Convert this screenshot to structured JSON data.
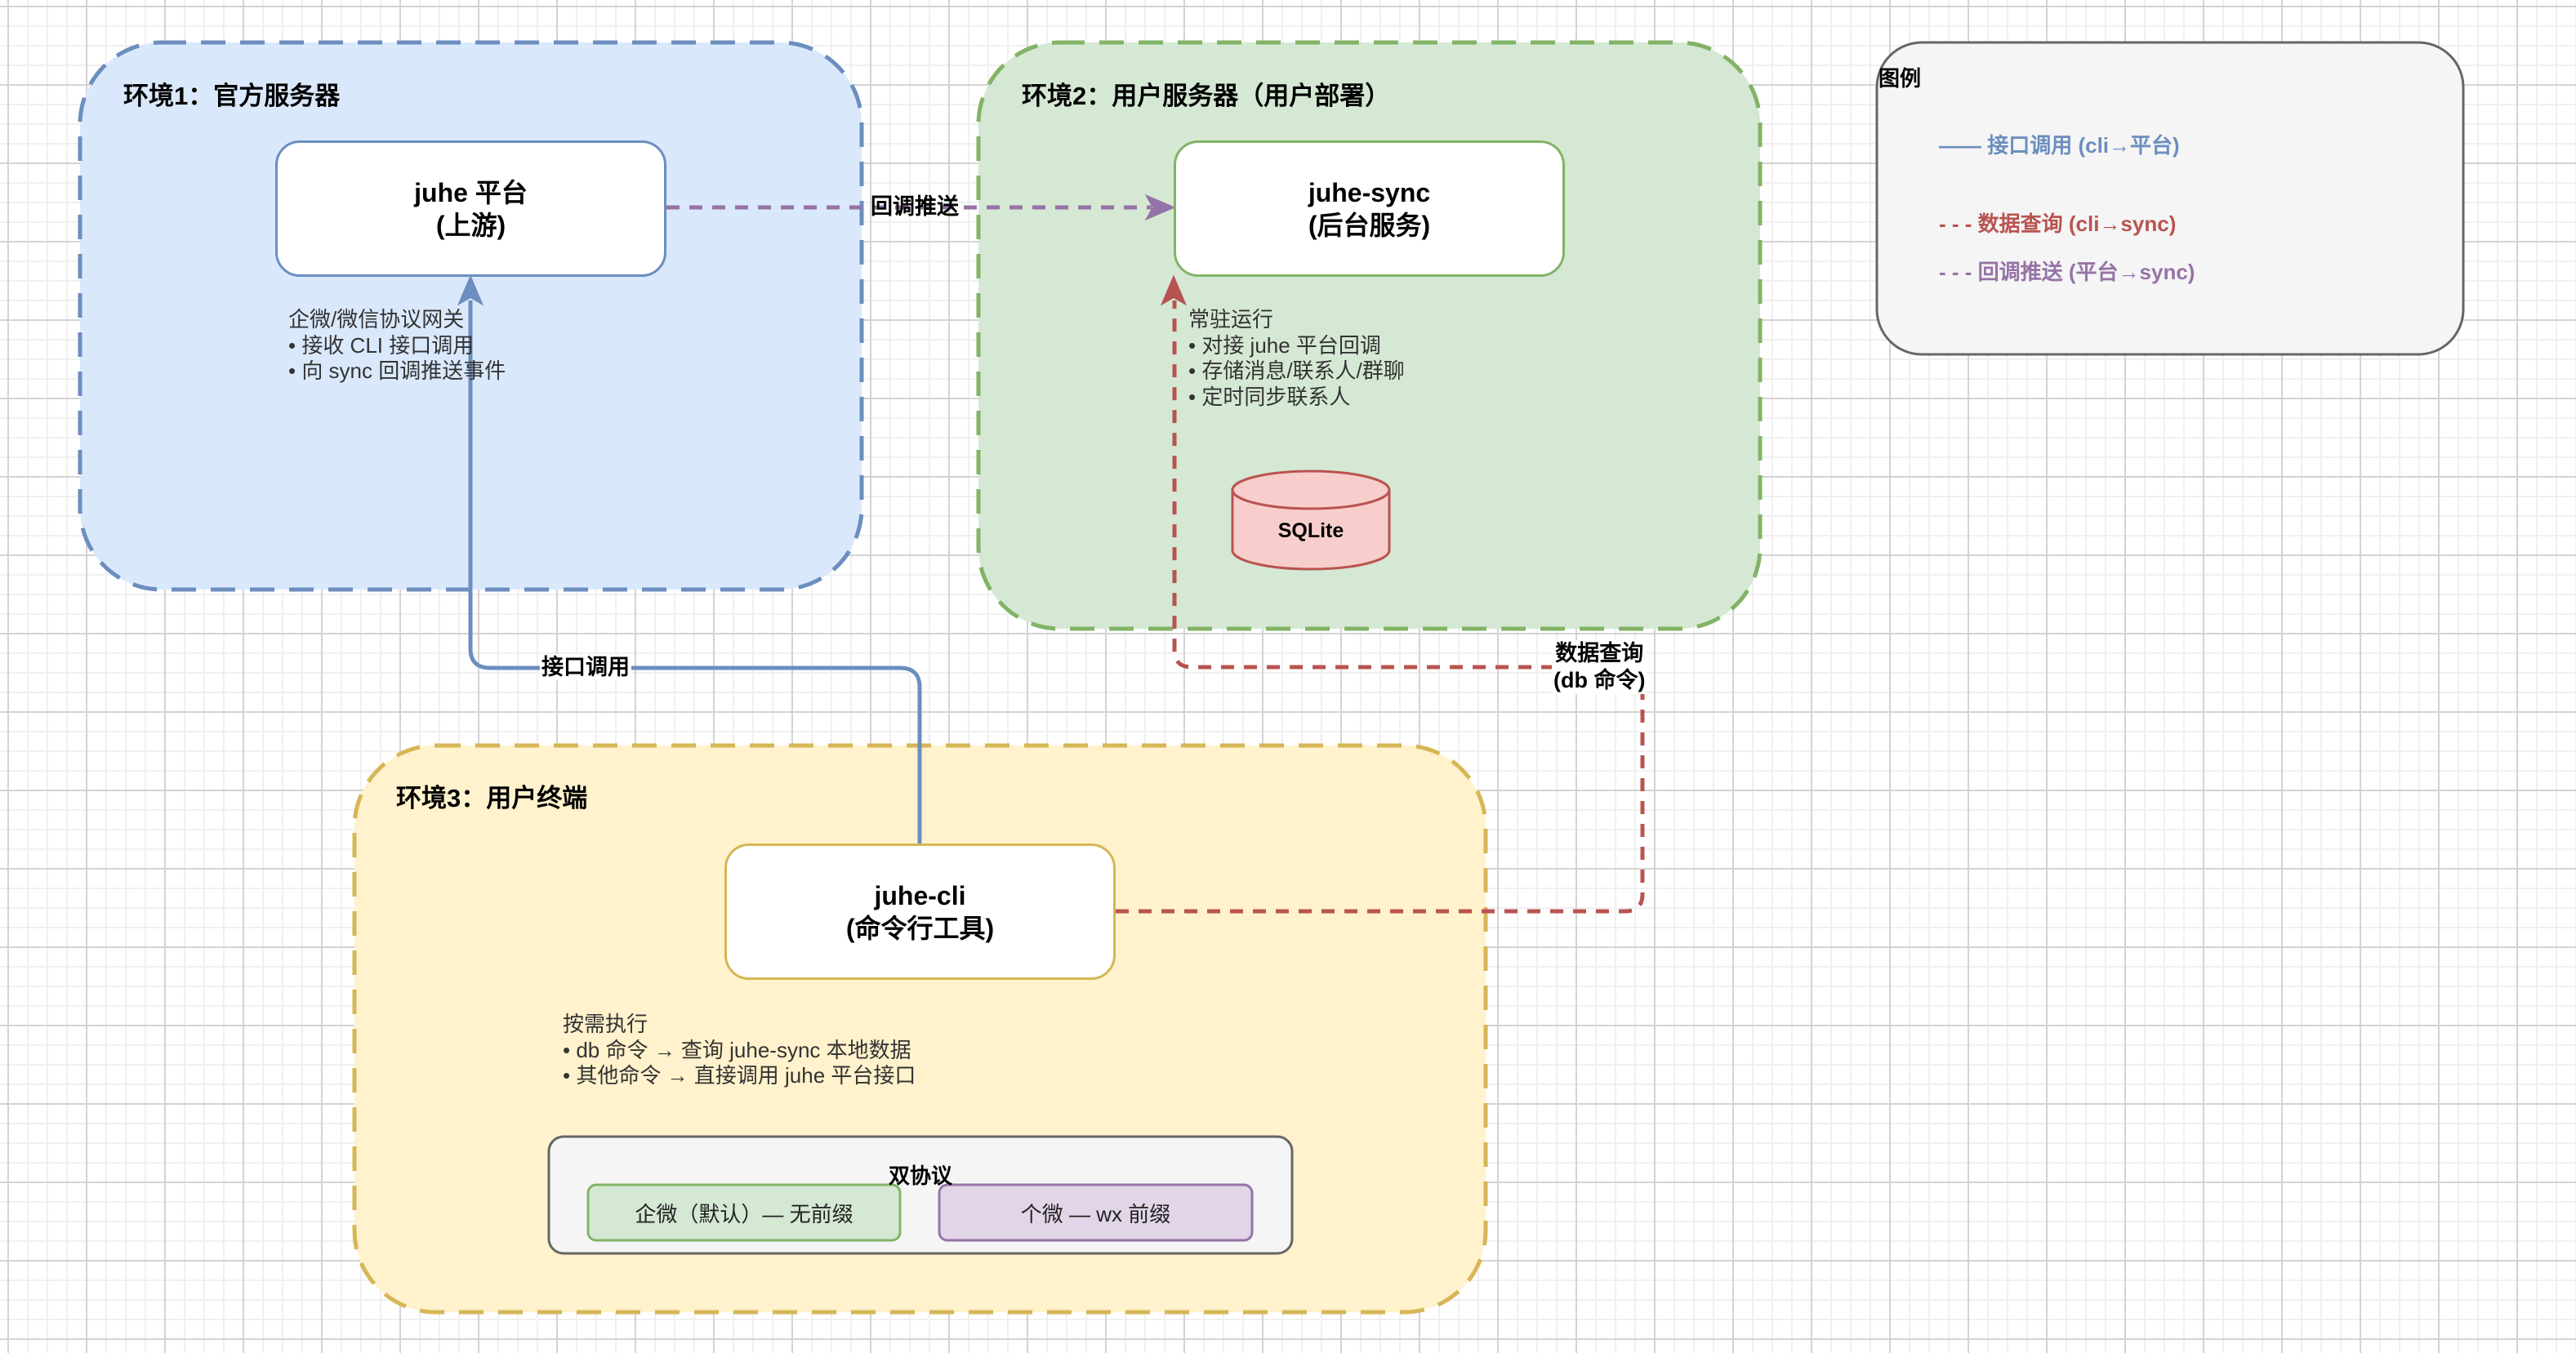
{
  "colors": {
    "env1_fill": "#dae8fc",
    "env1_stroke": "#6c8ebf",
    "env2_fill": "#d5e8d4",
    "env2_stroke": "#82b366",
    "env3_fill": "#fff2cc",
    "env3_stroke": "#d6b656",
    "legend_fill": "#f5f5f5",
    "legend_stroke": "#666666",
    "api_call": "#6c8ebf",
    "data_query": "#b85450",
    "callback_push": "#9673a6",
    "sqlite_fill": "#f8cecc",
    "sqlite_stroke": "#b85450",
    "qiwei_fill": "#d5e8d4",
    "qiwei_stroke": "#82b366",
    "gewei_fill": "#e1d5e7",
    "gewei_stroke": "#9673a6"
  },
  "env1": {
    "title": "环境1：官方服务器",
    "node": {
      "line1": "juhe 平台",
      "line2": "(上游)"
    },
    "desc": [
      "企微/微信协议网关",
      "• 接收 CLI 接口调用",
      "• 向 sync 回调推送事件"
    ]
  },
  "env2": {
    "title": "环境2：用户服务器（用户部署）",
    "node": {
      "line1": "juhe-sync",
      "line2": "(后台服务)"
    },
    "desc": [
      "常驻运行",
      "• 对接 juhe 平台回调",
      "• 存储消息/联系人/群聊",
      "• 定时同步联系人"
    ],
    "db": {
      "label": "SQLite"
    }
  },
  "env3": {
    "title": "环境3：用户终端",
    "node": {
      "line1": "juhe-cli",
      "line2": "(命令行工具)"
    },
    "desc": [
      "按需执行",
      "• db 命令 → 查询 juhe-sync 本地数据",
      "• 其他命令 → 直接调用 juhe 平台接口"
    ],
    "protocols": {
      "title": "双协议",
      "items": [
        {
          "label": "企微（默认）— 无前缀"
        },
        {
          "label": "个微 — wx 前缀"
        }
      ]
    }
  },
  "edges": {
    "callback": {
      "label": "回调推送"
    },
    "api": {
      "label": "接口调用"
    },
    "query": {
      "label_line1": "数据查询",
      "label_line2": "(db 命令)"
    }
  },
  "legend": {
    "title": "图例",
    "items": [
      {
        "label": "—— 接口调用 (cli→平台)",
        "color_key": "api_call"
      },
      {
        "label": "- - - 数据查询 (cli→sync)",
        "color_key": "data_query"
      },
      {
        "label": "- - - 回调推送 (平台→sync)",
        "color_key": "callback_push"
      }
    ]
  }
}
